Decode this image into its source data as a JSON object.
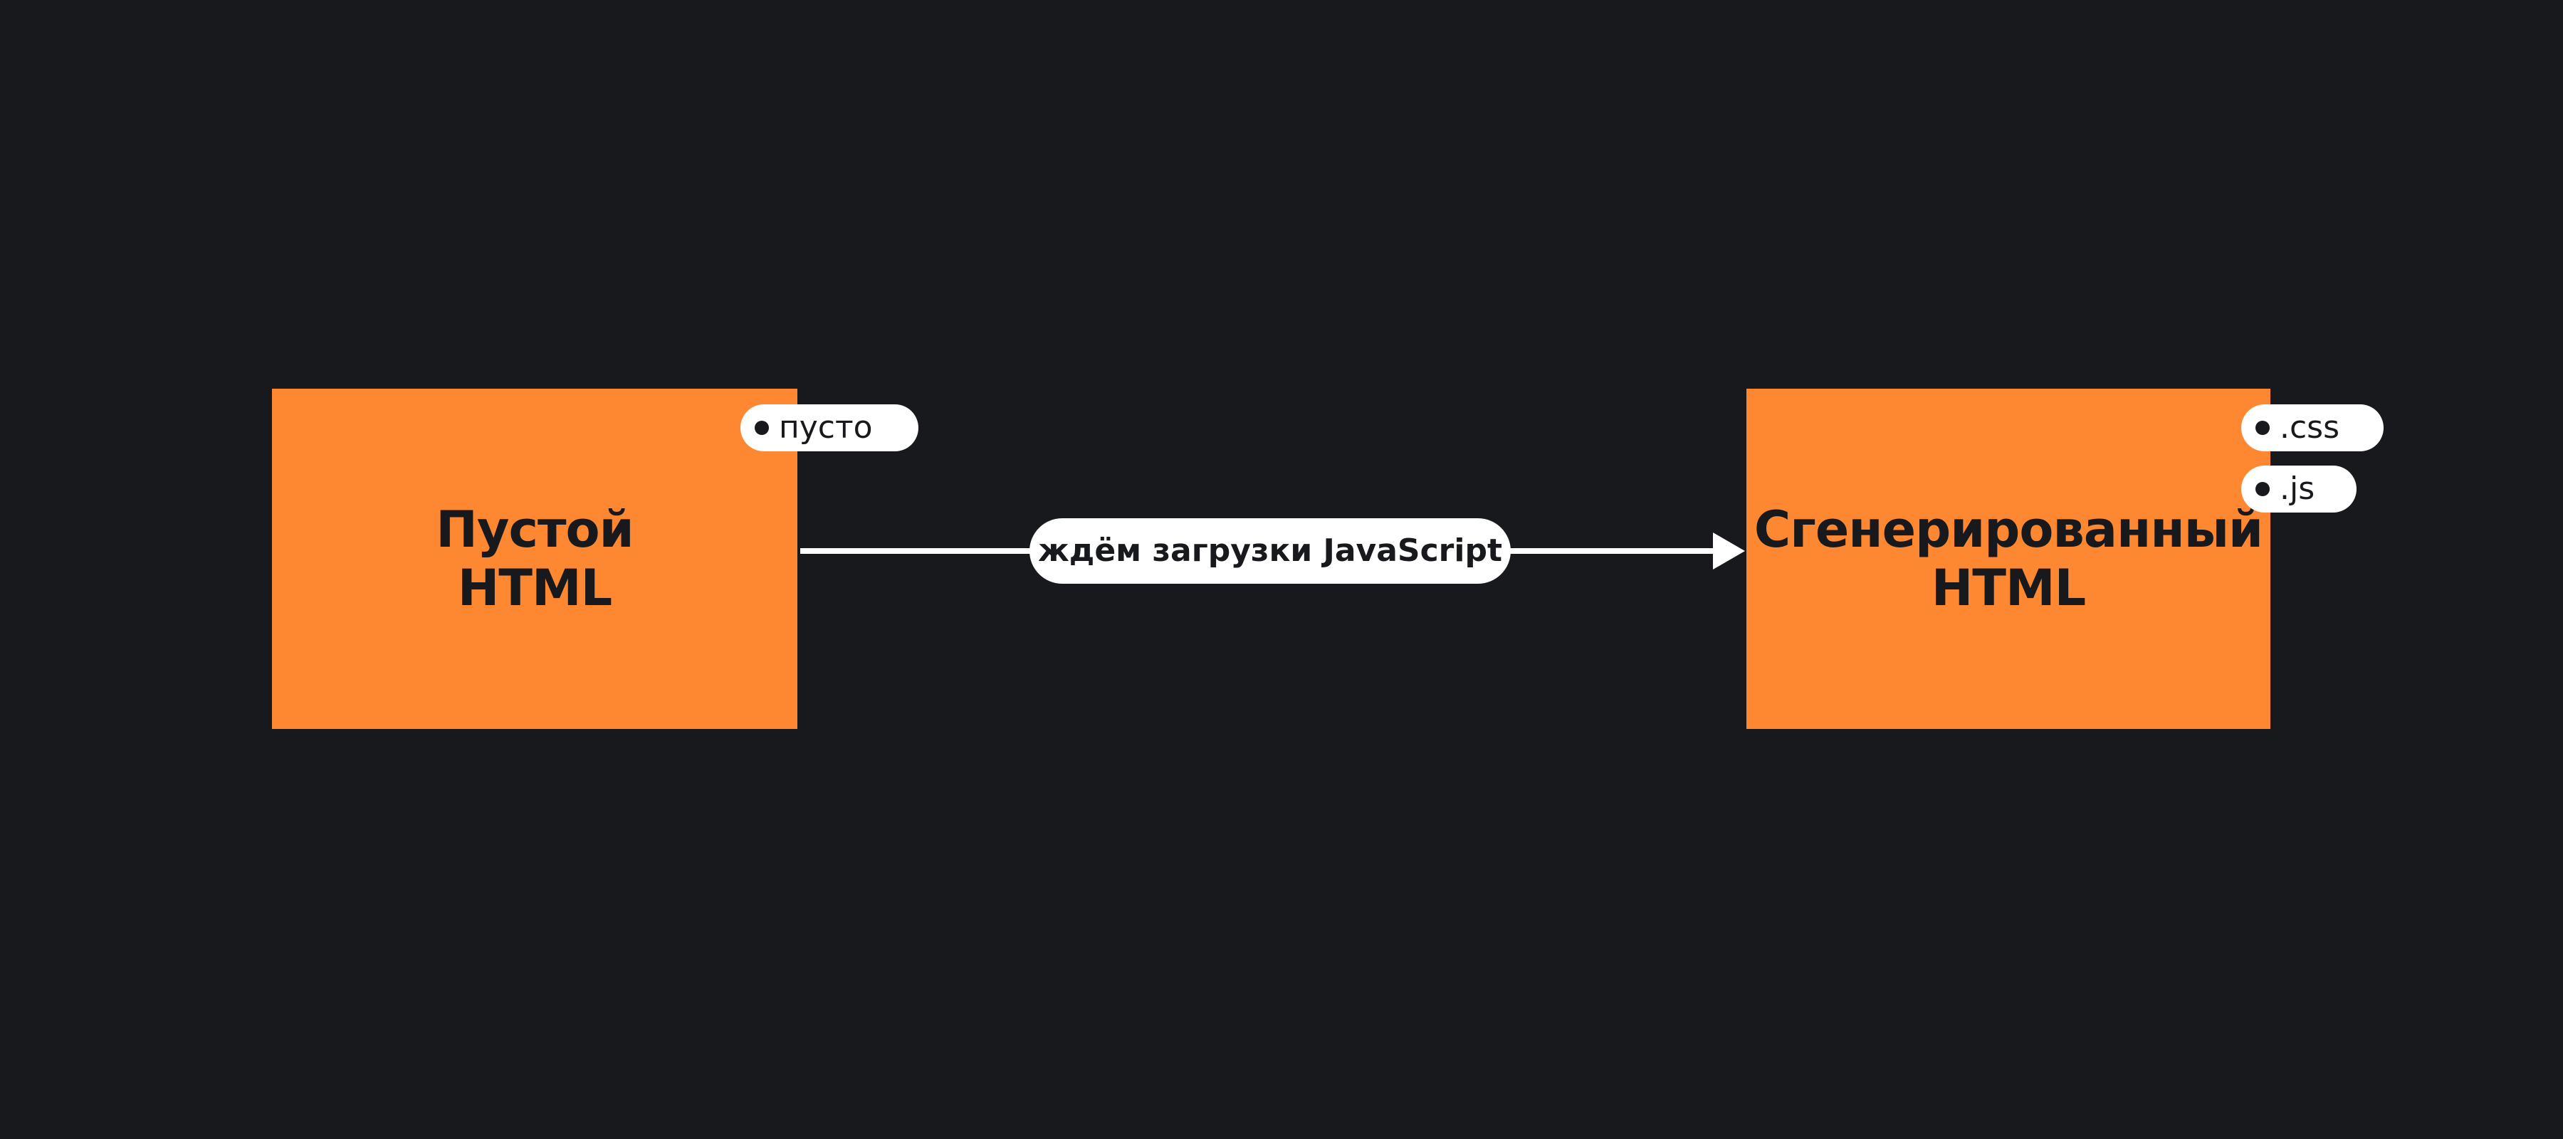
{
  "colors": {
    "background": "#18191d",
    "box_fill": "#fe8832",
    "text_dark": "#18191d",
    "connector": "#ffffff",
    "tag_fill": "#ffffff"
  },
  "nodes": {
    "empty_html": {
      "title": "Пустой\nHTML",
      "tags": [
        "пусто"
      ]
    },
    "generated_html": {
      "title": "Сгенерированный\nHTML",
      "tags": [
        ".css",
        ".js"
      ]
    }
  },
  "edge": {
    "from": "empty_html",
    "to": "generated_html",
    "label": "ждём загрузки JavaScript"
  }
}
